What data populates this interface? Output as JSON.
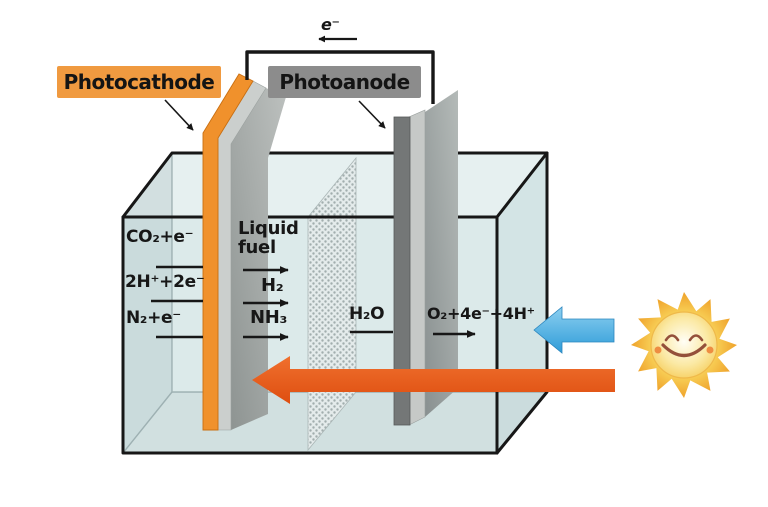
{
  "labels": {
    "photocathode": "Photocathode",
    "photoanode": "Photoanode",
    "electron_flow": "e⁻"
  },
  "cathode_side": {
    "reactions": [
      "CO₂+e⁻",
      "2H⁺+2e⁻",
      "N₂+e⁻"
    ],
    "products_heading": "Liquid fuel",
    "products": [
      "H₂",
      "NH₃"
    ]
  },
  "anode_side": {
    "reactant": "H₂O",
    "reaction": "O₂+4e⁻+4H⁺"
  },
  "colors": {
    "photocathode_orange": "#F0912C",
    "photoanode_gray": "#8C8C8C",
    "electrolyte_blue": "#DCEAEA",
    "sunlight_arrow_orange": "#E8571B",
    "sunlight_arrow_blue": "#4FB0E8",
    "sun_yellow": "#F6C24A"
  }
}
